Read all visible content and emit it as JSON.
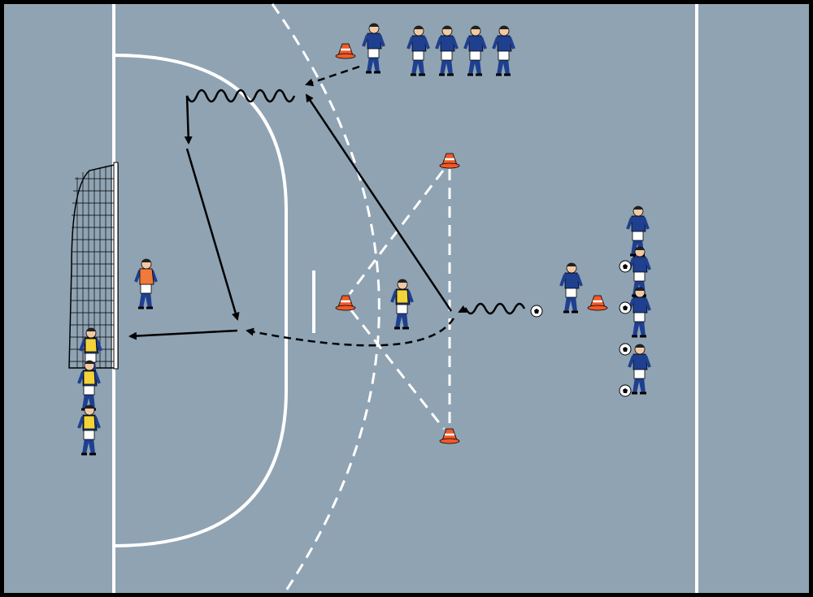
{
  "colors": {
    "pitch": "#8fa3b3",
    "border": "#000000",
    "lines": "#ffffff",
    "arrows": "#000000",
    "team_shirt": "#1f3f8f",
    "goalkeeper_shirt": "#f07a3a",
    "bib": "#f2d43a",
    "cone": "#f05a28"
  },
  "counts": {
    "queue_top_players": 5,
    "queue_right_players": 4,
    "queue_goal_players": 3,
    "cones": 5
  }
}
